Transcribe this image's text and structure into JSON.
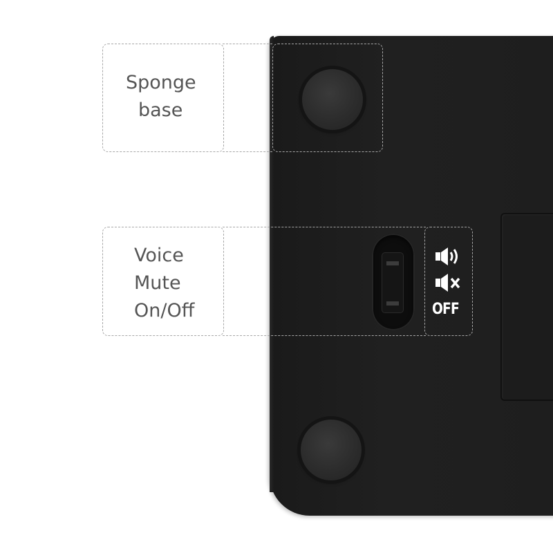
{
  "callouts": {
    "sponge": {
      "lines": [
        "Sponge",
        "base"
      ]
    },
    "voice": {
      "lines": [
        "Voice",
        "Mute",
        "On/Off"
      ]
    }
  },
  "switch_panel": {
    "icons": [
      "speaker-on-icon",
      "speaker-mute-icon"
    ],
    "off_text": "OFF"
  },
  "colors": {
    "device_body": "#1e1e1e",
    "callout_border": "#a7a7a7",
    "label_text": "#555555",
    "icon_color": "#ffffff"
  }
}
